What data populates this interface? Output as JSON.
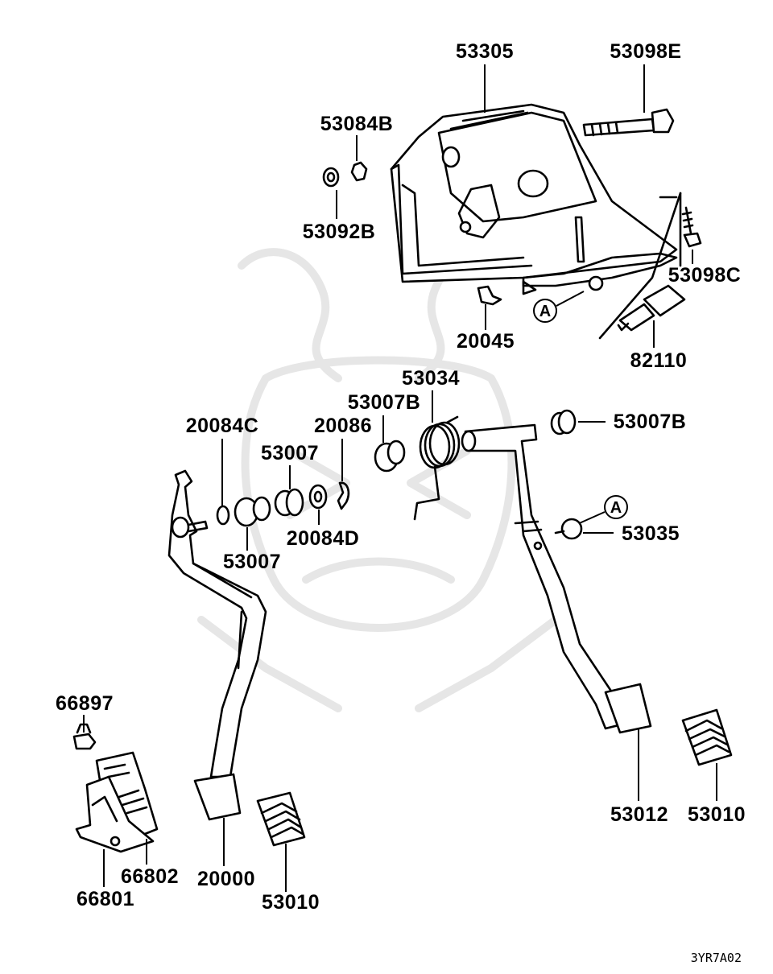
{
  "diagram": {
    "drawing_code": "3YR7A02",
    "callout_letter": "A",
    "labels": [
      {
        "id": "l53305",
        "text": "53305"
      },
      {
        "id": "l53098E",
        "text": "53098E"
      },
      {
        "id": "l53084B",
        "text": "53084B"
      },
      {
        "id": "l53092B",
        "text": "53092B"
      },
      {
        "id": "l53098C",
        "text": "53098C"
      },
      {
        "id": "l20045",
        "text": "20045"
      },
      {
        "id": "l82110",
        "text": "82110"
      },
      {
        "id": "l53034",
        "text": "53034"
      },
      {
        "id": "l53007B_a",
        "text": "53007B"
      },
      {
        "id": "l53007B_b",
        "text": "53007B"
      },
      {
        "id": "l20084C",
        "text": "20084C"
      },
      {
        "id": "l20086",
        "text": "20086"
      },
      {
        "id": "l53007_a",
        "text": "53007"
      },
      {
        "id": "l53007_b",
        "text": "53007"
      },
      {
        "id": "l20084D",
        "text": "20084D"
      },
      {
        "id": "l53035",
        "text": "53035"
      },
      {
        "id": "l66897",
        "text": "66897"
      },
      {
        "id": "l66802",
        "text": "66802"
      },
      {
        "id": "l66801",
        "text": "66801"
      },
      {
        "id": "l20000",
        "text": "20000"
      },
      {
        "id": "l53010_a",
        "text": "53010"
      },
      {
        "id": "l53012",
        "text": "53012"
      },
      {
        "id": "l53010_b",
        "text": "53010"
      }
    ]
  }
}
